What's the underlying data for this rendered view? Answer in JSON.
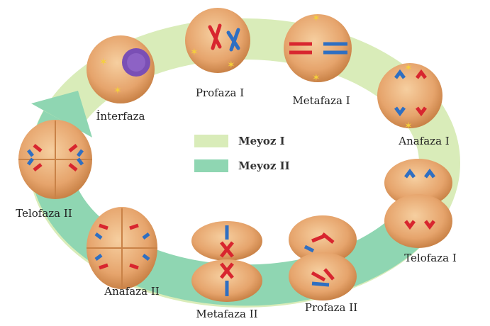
{
  "title": "Meyoz",
  "colors": {
    "meyoz1": "#d9ecb9",
    "meyoz2": "#8fd6b2",
    "cell": "#e9a870",
    "chrom_red": "#d8262f",
    "chrom_blue": "#2f6fc2"
  },
  "legend": [
    {
      "label": "Meyoz I",
      "color": "#d9ecb9"
    },
    {
      "label": "Meyoz II",
      "color": "#8fd6b2"
    }
  ],
  "stages": {
    "interfaza": "İnterfaza",
    "profaza1": "Profaza I",
    "metafaza1": "Metafaza I",
    "anafaza1": "Anafaza I",
    "telofaza1": "Telofaza I",
    "profaza2": "Profaza II",
    "metafaza2": "Metafaza II",
    "anafaza2": "Anafaza II",
    "telofaza2": "Telofaza II"
  }
}
